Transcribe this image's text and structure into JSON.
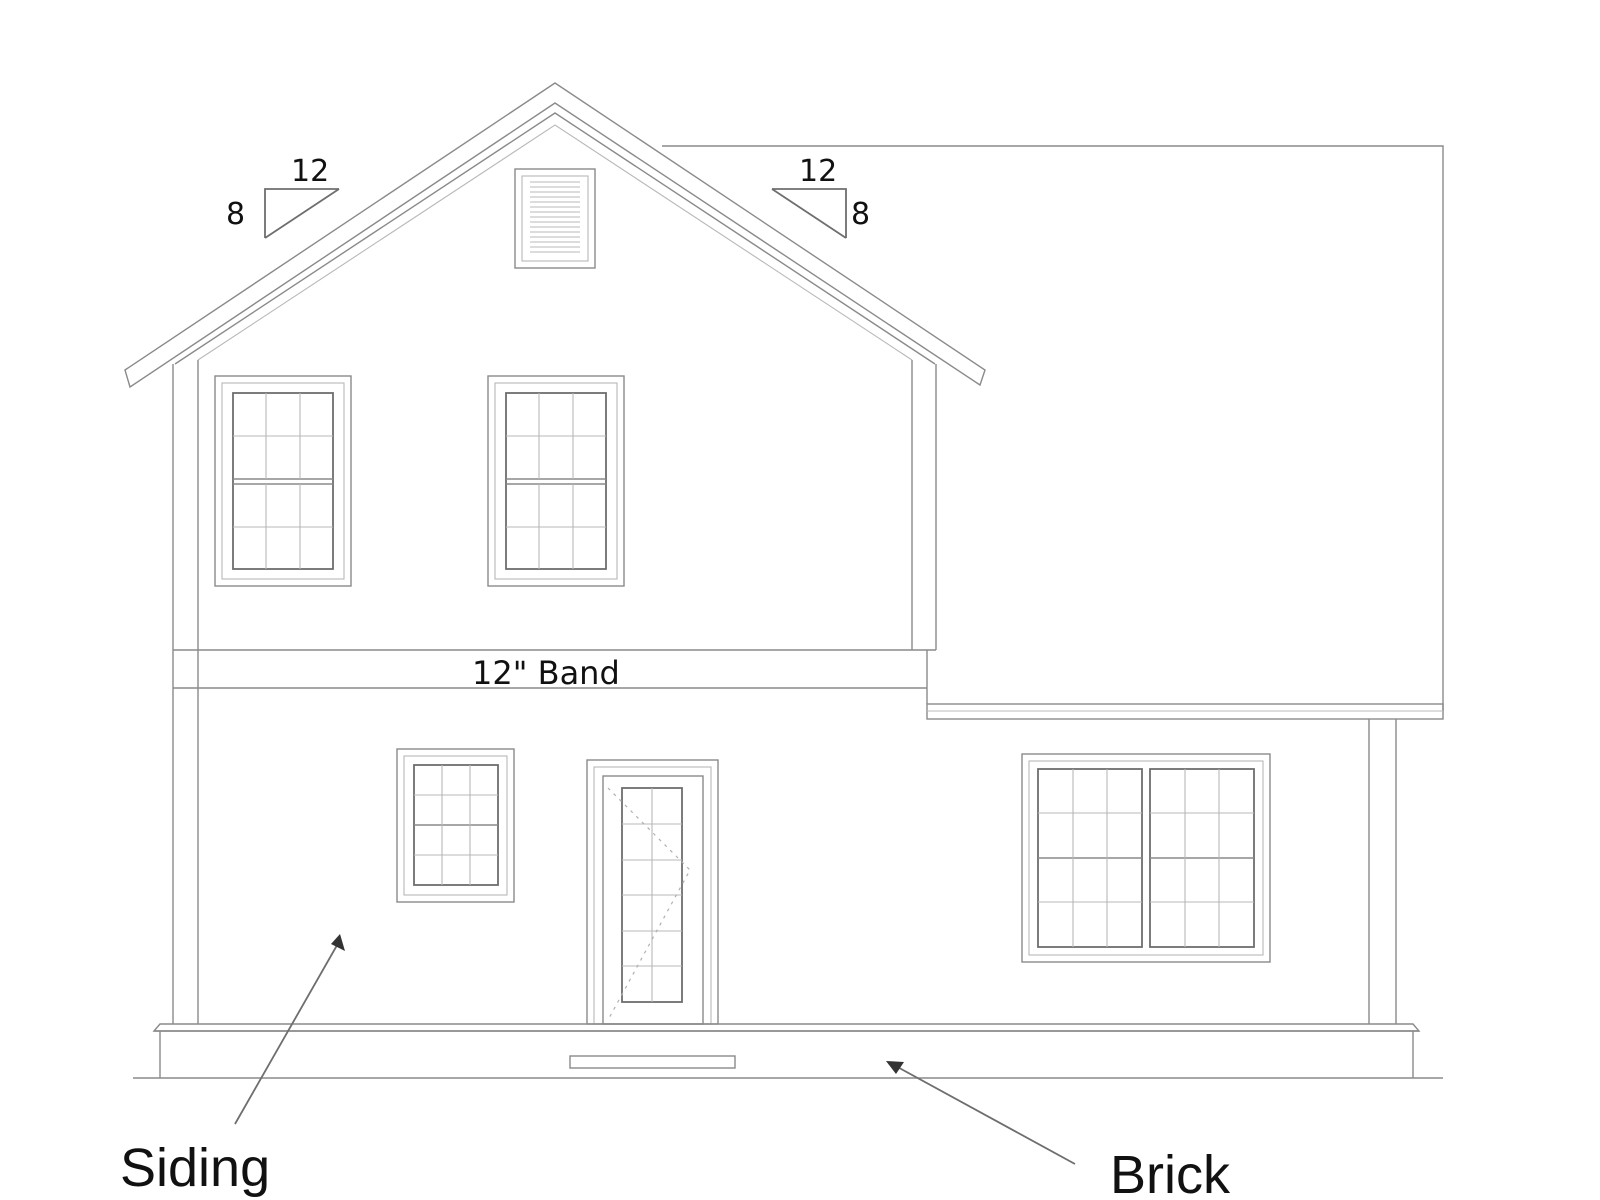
{
  "pitch_left": {
    "rise": "8",
    "run": "12"
  },
  "pitch_right": {
    "rise": "8",
    "run": "12"
  },
  "band_label": "12\" Band",
  "callouts": {
    "siding": "Siding",
    "brick": "Brick"
  }
}
